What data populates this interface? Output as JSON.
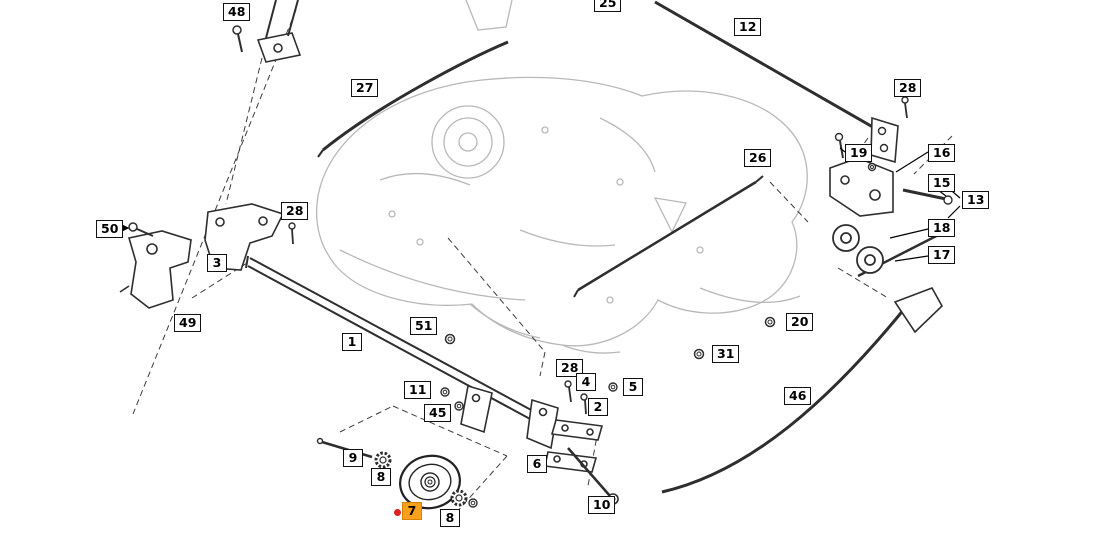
{
  "diagram": {
    "type": "exploded-parts-diagram",
    "subject": "mower-deck-lift-assembly",
    "selected_part": "7",
    "highlight_color": "#f9a11c",
    "marker_color": "#e02121",
    "line_color": "#2e2e2e",
    "deck_line_color": "#b8b8b8"
  },
  "labels": [
    {
      "text": "48"
    },
    {
      "text": "25"
    },
    {
      "text": "12"
    },
    {
      "text": "27"
    },
    {
      "text": "28"
    },
    {
      "text": "26"
    },
    {
      "text": "19"
    },
    {
      "text": "16"
    },
    {
      "text": "15"
    },
    {
      "text": "13"
    },
    {
      "text": "18"
    },
    {
      "text": "17"
    },
    {
      "text": "50"
    },
    {
      "text": "28"
    },
    {
      "text": "3"
    },
    {
      "text": "49"
    },
    {
      "text": "1"
    },
    {
      "text": "51"
    },
    {
      "text": "20"
    },
    {
      "text": "31"
    },
    {
      "text": "46"
    },
    {
      "text": "11"
    },
    {
      "text": "45"
    },
    {
      "text": "28"
    },
    {
      "text": "4"
    },
    {
      "text": "5"
    },
    {
      "text": "2"
    },
    {
      "text": "9"
    },
    {
      "text": "8"
    },
    {
      "text": "6"
    },
    {
      "text": "7"
    },
    {
      "text": "8"
    },
    {
      "text": "10"
    }
  ]
}
